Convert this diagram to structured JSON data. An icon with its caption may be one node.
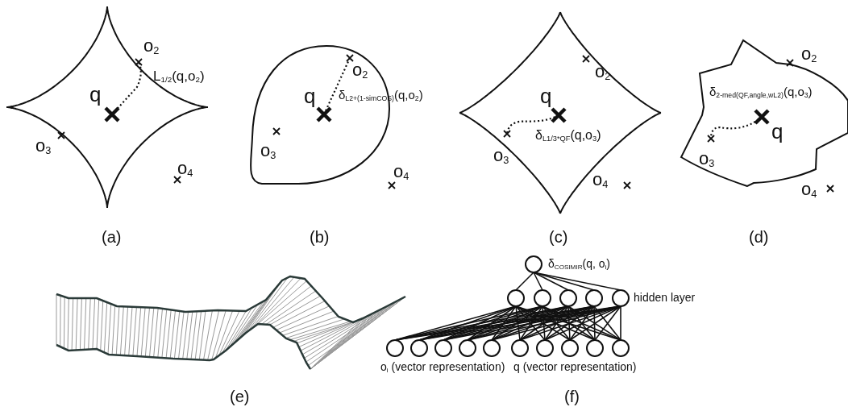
{
  "diagram": {
    "nodes": [
      {
        "text": [],
        "shape": "circle"
      },
      {
        "text": [],
        "shape": "circle"
      },
      {
        "text": [],
        "shape": "circle"
      },
      {
        "text": [],
        "shape": "circle"
      },
      {
        "text": [],
        "shape": "circle"
      },
      {
        "text": [],
        "shape": "circle"
      },
      {
        "text": [],
        "shape": "circle"
      },
      {
        "text": [],
        "shape": "circle"
      },
      {
        "text": [],
        "shape": "circle"
      },
      {
        "text": [],
        "shape": "circle"
      },
      {
        "text": [],
        "shape": "circle"
      },
      {
        "text": [],
        "shape": "circle"
      },
      {
        "text": [],
        "shape": "circle"
      },
      {
        "text": [],
        "shape": "circle"
      },
      {
        "text": [],
        "shape": "circle"
      },
      {
        "text": [],
        "shape": "circle"
      }
    ],
    "edges": [
      {
        "from": 0,
        "to": 1,
        "arrow": "none"
      },
      {
        "from": 0,
        "to": 2,
        "arrow": "none"
      },
      {
        "from": 0,
        "to": 3,
        "arrow": "none"
      },
      {
        "from": 0,
        "to": 4,
        "arrow": "none"
      },
      {
        "from": 0,
        "to": 5,
        "arrow": "none"
      },
      {
        "from": 1,
        "to": 6,
        "arrow": "none"
      },
      {
        "from": 1,
        "to": 7,
        "arrow": "none"
      },
      {
        "from": 1,
        "to": 8,
        "arrow": "none"
      },
      {
        "from": 1,
        "to": 9,
        "arrow": "none"
      },
      {
        "from": 1,
        "to": 10,
        "arrow": "none"
      },
      {
        "from": 1,
        "to": 11,
        "arrow": "none"
      },
      {
        "from": 1,
        "to": 12,
        "arrow": "none"
      },
      {
        "from": 1,
        "to": 13,
        "arrow": "none"
      },
      {
        "from": 1,
        "to": 14,
        "arrow": "none"
      },
      {
        "from": 1,
        "to": 15,
        "arrow": "none"
      },
      {
        "from": 2,
        "to": 6,
        "arrow": "none"
      },
      {
        "from": 2,
        "to": 7,
        "arrow": "none"
      },
      {
        "from": 2,
        "to": 8,
        "arrow": "none"
      },
      {
        "from": 2,
        "to": 9,
        "arrow": "none"
      },
      {
        "from": 2,
        "to": 10,
        "arrow": "none"
      },
      {
        "from": 2,
        "to": 11,
        "arrow": "none"
      },
      {
        "from": 2,
        "to": 12,
        "arrow": "none"
      },
      {
        "from": 2,
        "to": 13,
        "arrow": "none"
      },
      {
        "from": 2,
        "to": 14,
        "arrow": "none"
      },
      {
        "from": 2,
        "to": 15,
        "arrow": "none"
      },
      {
        "from": 3,
        "to": 6,
        "arrow": "none"
      },
      {
        "from": 3,
        "to": 7,
        "arrow": "none"
      },
      {
        "from": 3,
        "to": 8,
        "arrow": "none"
      },
      {
        "from": 3,
        "to": 9,
        "arrow": "none"
      },
      {
        "from": 3,
        "to": 10,
        "arrow": "none"
      },
      {
        "from": 3,
        "to": 11,
        "arrow": "none"
      },
      {
        "from": 3,
        "to": 12,
        "arrow": "none"
      },
      {
        "from": 3,
        "to": 13,
        "arrow": "none"
      },
      {
        "from": 3,
        "to": 14,
        "arrow": "none"
      },
      {
        "from": 3,
        "to": 15,
        "arrow": "none"
      },
      {
        "from": 4,
        "to": 6,
        "arrow": "none"
      },
      {
        "from": 4,
        "to": 7,
        "arrow": "none"
      },
      {
        "from": 4,
        "to": 8,
        "arrow": "none"
      },
      {
        "from": 4,
        "to": 9,
        "arrow": "none"
      },
      {
        "from": 4,
        "to": 10,
        "arrow": "none"
      },
      {
        "from": 4,
        "to": 11,
        "arrow": "none"
      },
      {
        "from": 4,
        "to": 12,
        "arrow": "none"
      },
      {
        "from": 4,
        "to": 13,
        "arrow": "none"
      },
      {
        "from": 4,
        "to": 14,
        "arrow": "none"
      },
      {
        "from": 4,
        "to": 15,
        "arrow": "none"
      },
      {
        "from": 5,
        "to": 6,
        "arrow": "none"
      },
      {
        "from": 5,
        "to": 7,
        "arrow": "none"
      },
      {
        "from": 5,
        "to": 8,
        "arrow": "none"
      },
      {
        "from": 5,
        "to": 9,
        "arrow": "none"
      },
      {
        "from": 5,
        "to": 10,
        "arrow": "none"
      },
      {
        "from": 5,
        "to": 11,
        "arrow": "none"
      },
      {
        "from": 5,
        "to": 12,
        "arrow": "none"
      },
      {
        "from": 5,
        "to": 13,
        "arrow": "none"
      },
      {
        "from": 5,
        "to": 14,
        "arrow": "none"
      },
      {
        "from": 5,
        "to": 15,
        "arrow": "none"
      }
    ],
    "labels": [
      "o$_{2}$",
      "L$_{1/2}$(q,o$_{2}$)",
      "q",
      "o$_{3}$",
      "o$_{4}$",
      "(a)",
      "q",
      "o$_{2}$",
      "δ$_{L2+(1-simCOS)}$(q,o$_{2}$)",
      "o$_{3}$",
      "o$_{4}$",
      "(b)",
      "q",
      "o$_{2}$",
      "o$_{3}$",
      "δ$_{L1/3*QF}$(q,o$_{3}$)",
      "o$_{4}$",
      "(c)",
      "o$_{2}$",
      "δ$_{2-med(QF,angle,wL2)}$(q,o$_{3}$)",
      "q",
      "o$_{3}$",
      "o$_{4}$",
      "(d)",
      "δ$_{COSIMIR}$(q, o$_{i}$)",
      "hidden layer",
      "o$_{i}$ (vector representation)",
      "q (vector representation)",
      "(e)",
      "(f)"
    ]
  }
}
